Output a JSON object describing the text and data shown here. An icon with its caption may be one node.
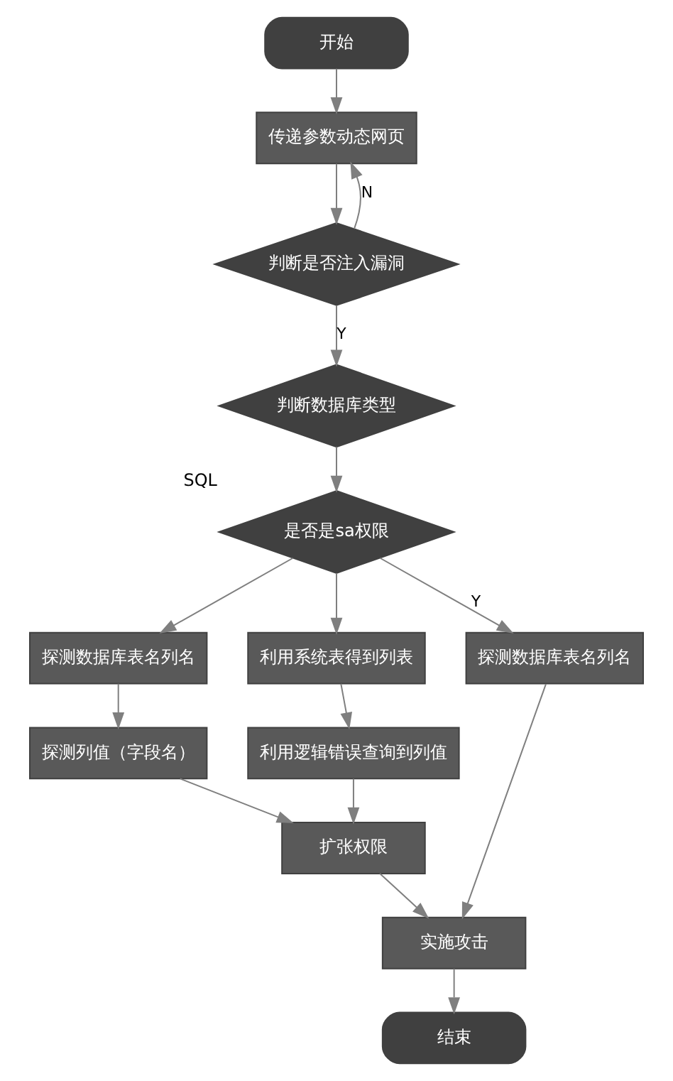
{
  "diagram": {
    "nodes": [
      {
        "text": [
          "开始"
        ]
      },
      {
        "text": [
          "传递参数动态网页"
        ]
      },
      {
        "text": [
          "判断是否注入漏洞"
        ]
      },
      {
        "text": [
          "判断数据库类型"
        ]
      },
      {
        "text": [
          "是否是sa权限"
        ],
        "beside": [
          "SQL"
        ]
      },
      {
        "text": [
          "探测数据库表名列名"
        ]
      },
      {
        "text": [
          "利用系统表得到列表"
        ]
      },
      {
        "text": [
          "探测数据库表名列名"
        ]
      },
      {
        "text": [
          "探测列值（字段名）"
        ]
      },
      {
        "text": [
          "利用逻辑错误查询到列值"
        ]
      },
      {
        "text": [
          "扩张权限"
        ]
      },
      {
        "text": [
          "实施攻击"
        ]
      },
      {
        "text": [
          "结束"
        ]
      }
    ],
    "edges": [
      {
        "from": 0,
        "to": 1,
        "arrow": "to"
      },
      {
        "from": 1,
        "to": 2,
        "arrow": "to"
      },
      {
        "from": 2,
        "to": 1,
        "arrow": "to",
        "label": "N"
      },
      {
        "from": 2,
        "to": 3,
        "arrow": "to",
        "label": "Y"
      },
      {
        "from": 3,
        "to": 4,
        "arrow": "to"
      },
      {
        "from": 4,
        "to": 5,
        "arrow": "to"
      },
      {
        "from": 4,
        "to": 6,
        "arrow": "to"
      },
      {
        "from": 4,
        "to": 7,
        "arrow": "to",
        "label": "Y"
      },
      {
        "from": 5,
        "to": 8,
        "arrow": "to"
      },
      {
        "from": 8,
        "to": 10,
        "arrow": "to"
      },
      {
        "from": 6,
        "to": 9,
        "arrow": "to"
      },
      {
        "from": 9,
        "to": 10,
        "arrow": "to"
      },
      {
        "from": 10,
        "to": 11,
        "arrow": "to"
      },
      {
        "from": 7,
        "to": 11,
        "arrow": "to"
      },
      {
        "from": 11,
        "to": 12,
        "arrow": "to"
      }
    ]
  }
}
